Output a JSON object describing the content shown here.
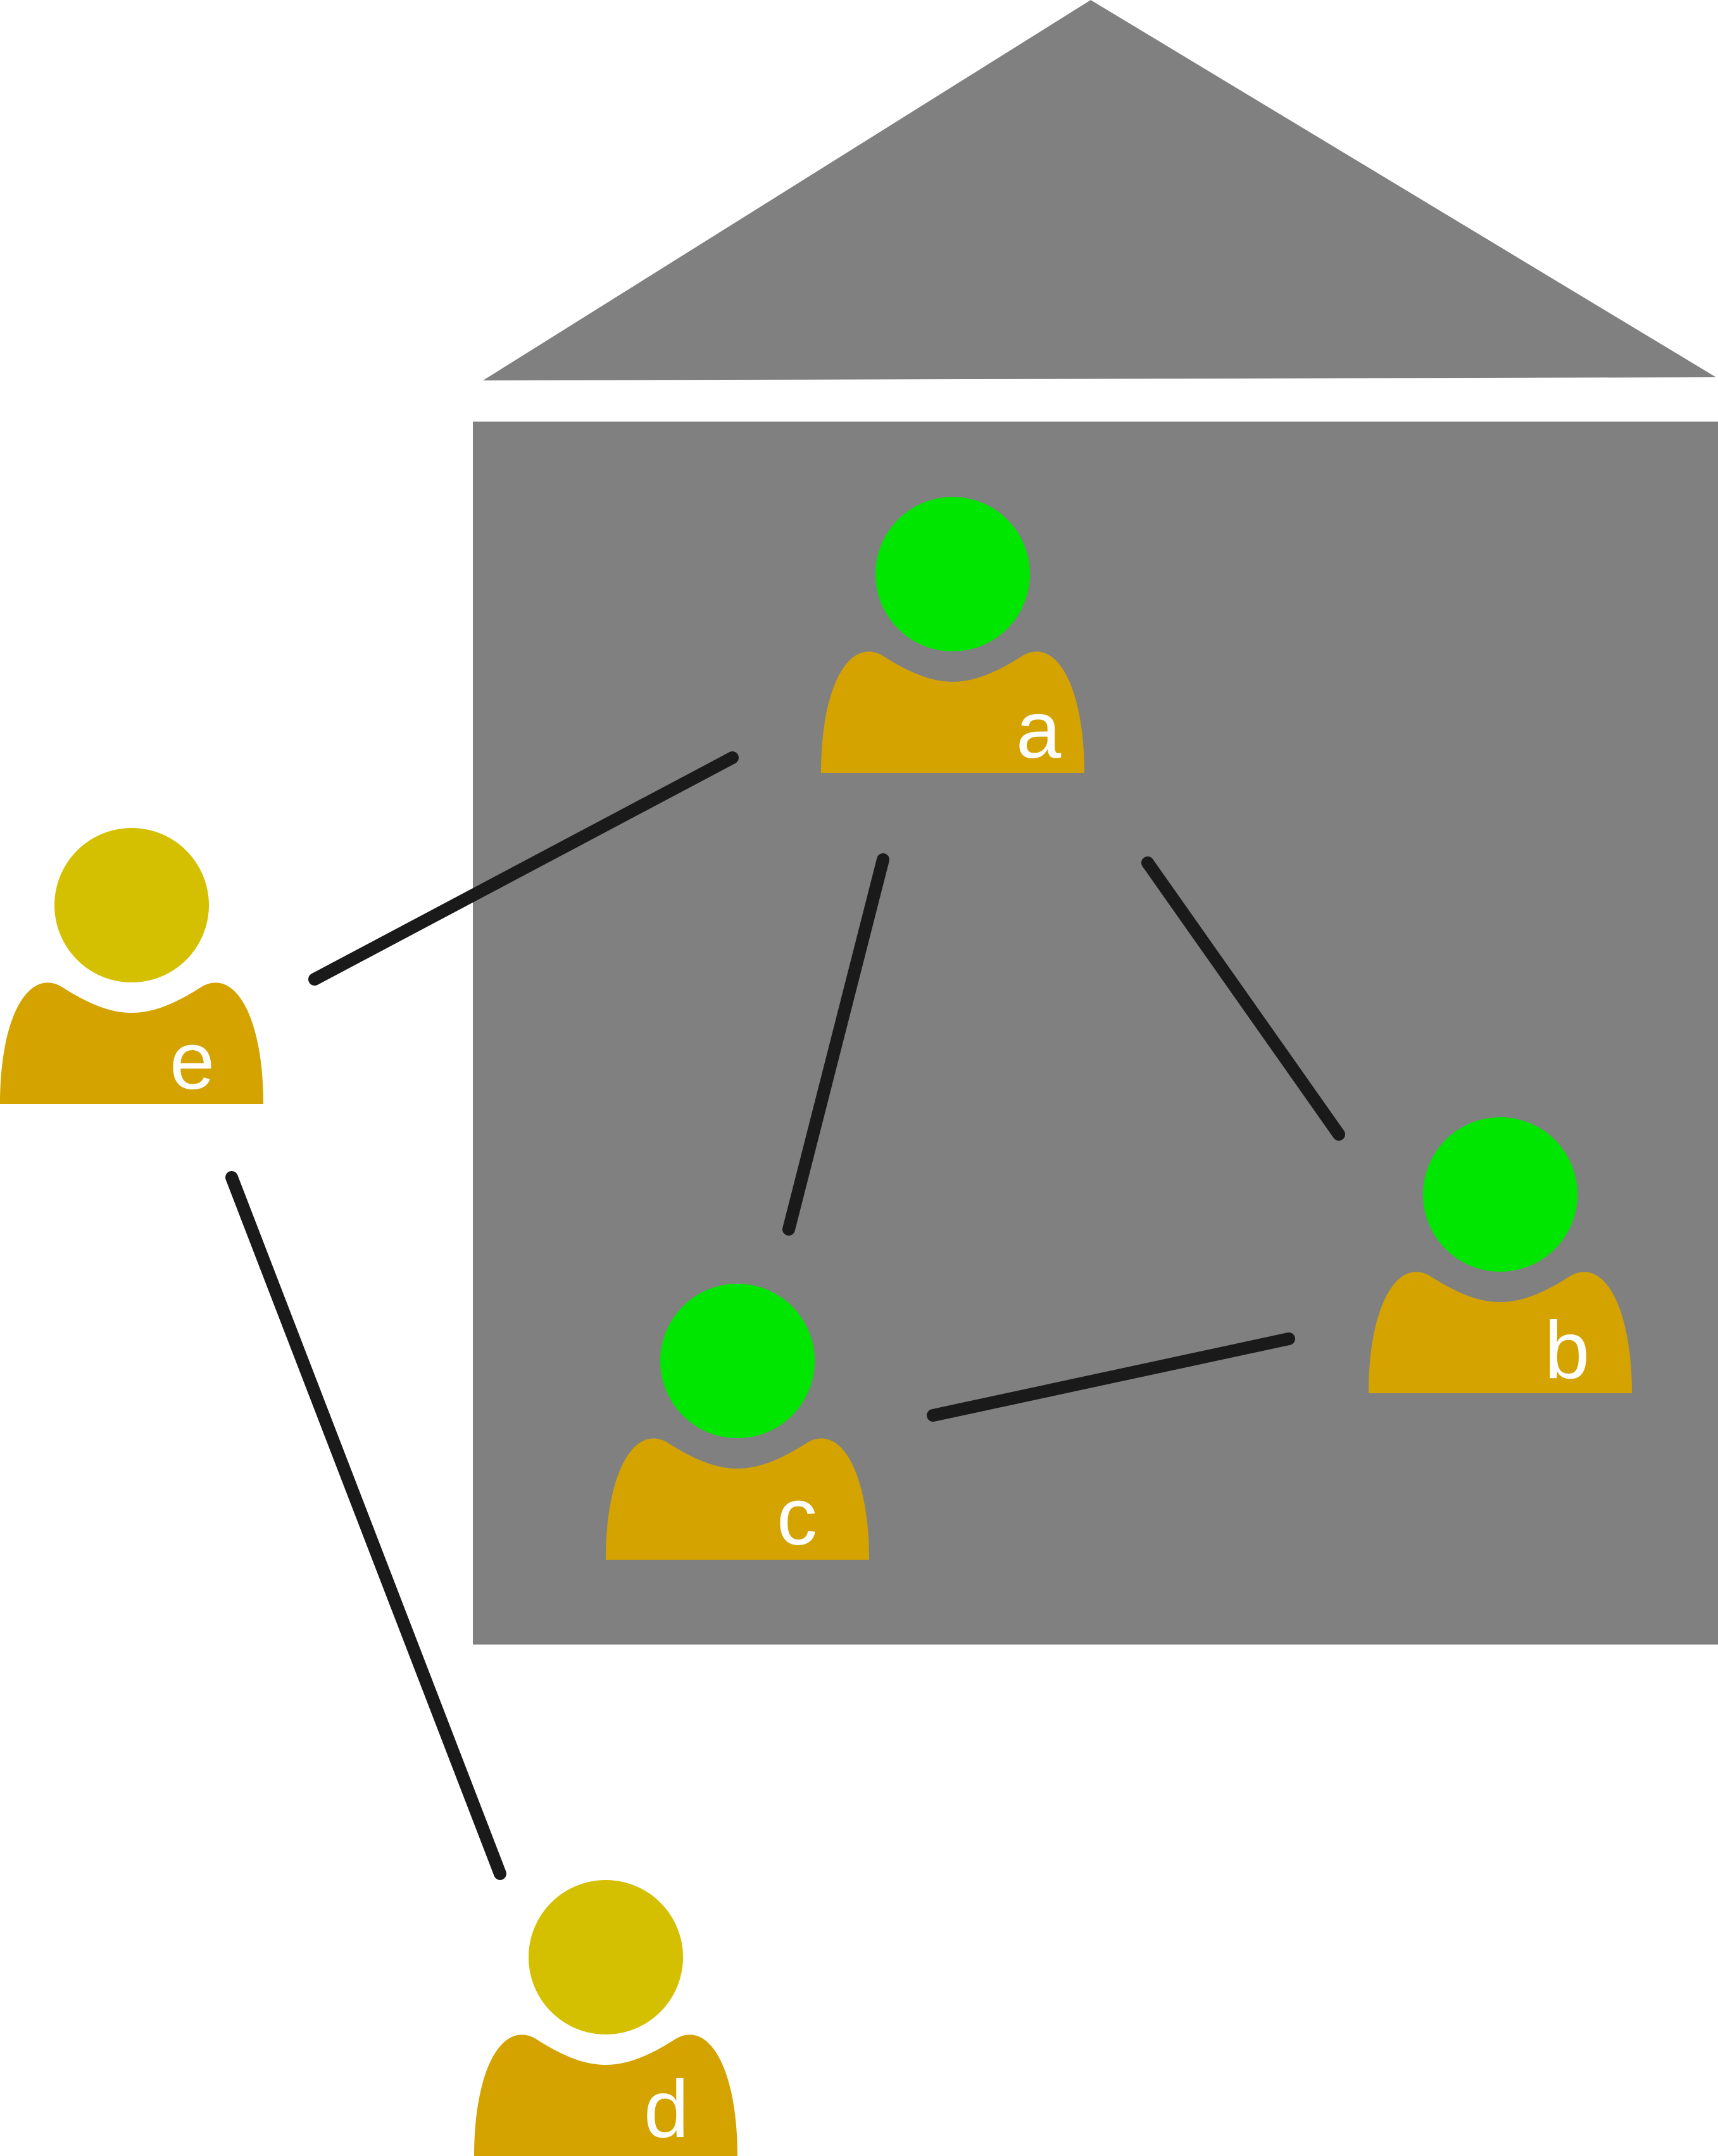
{
  "colors": {
    "house": "#808080",
    "edge": "#1a1a1a",
    "inside_head": "#00e600",
    "outside_head": "#d4bf00",
    "body": "#d4a300",
    "label": "#ffffff",
    "background": "#ffffff"
  },
  "people": [
    {
      "id": "a",
      "label": "a",
      "inside_house": true
    },
    {
      "id": "b",
      "label": "b",
      "inside_house": true
    },
    {
      "id": "c",
      "label": "c",
      "inside_house": true
    },
    {
      "id": "d",
      "label": "d",
      "inside_house": false
    },
    {
      "id": "e",
      "label": "e",
      "inside_house": false
    }
  ],
  "edges": [
    {
      "from": "e",
      "to": "a"
    },
    {
      "from": "a",
      "to": "c"
    },
    {
      "from": "a",
      "to": "b"
    },
    {
      "from": "c",
      "to": "b"
    },
    {
      "from": "e",
      "to": "d"
    }
  ]
}
